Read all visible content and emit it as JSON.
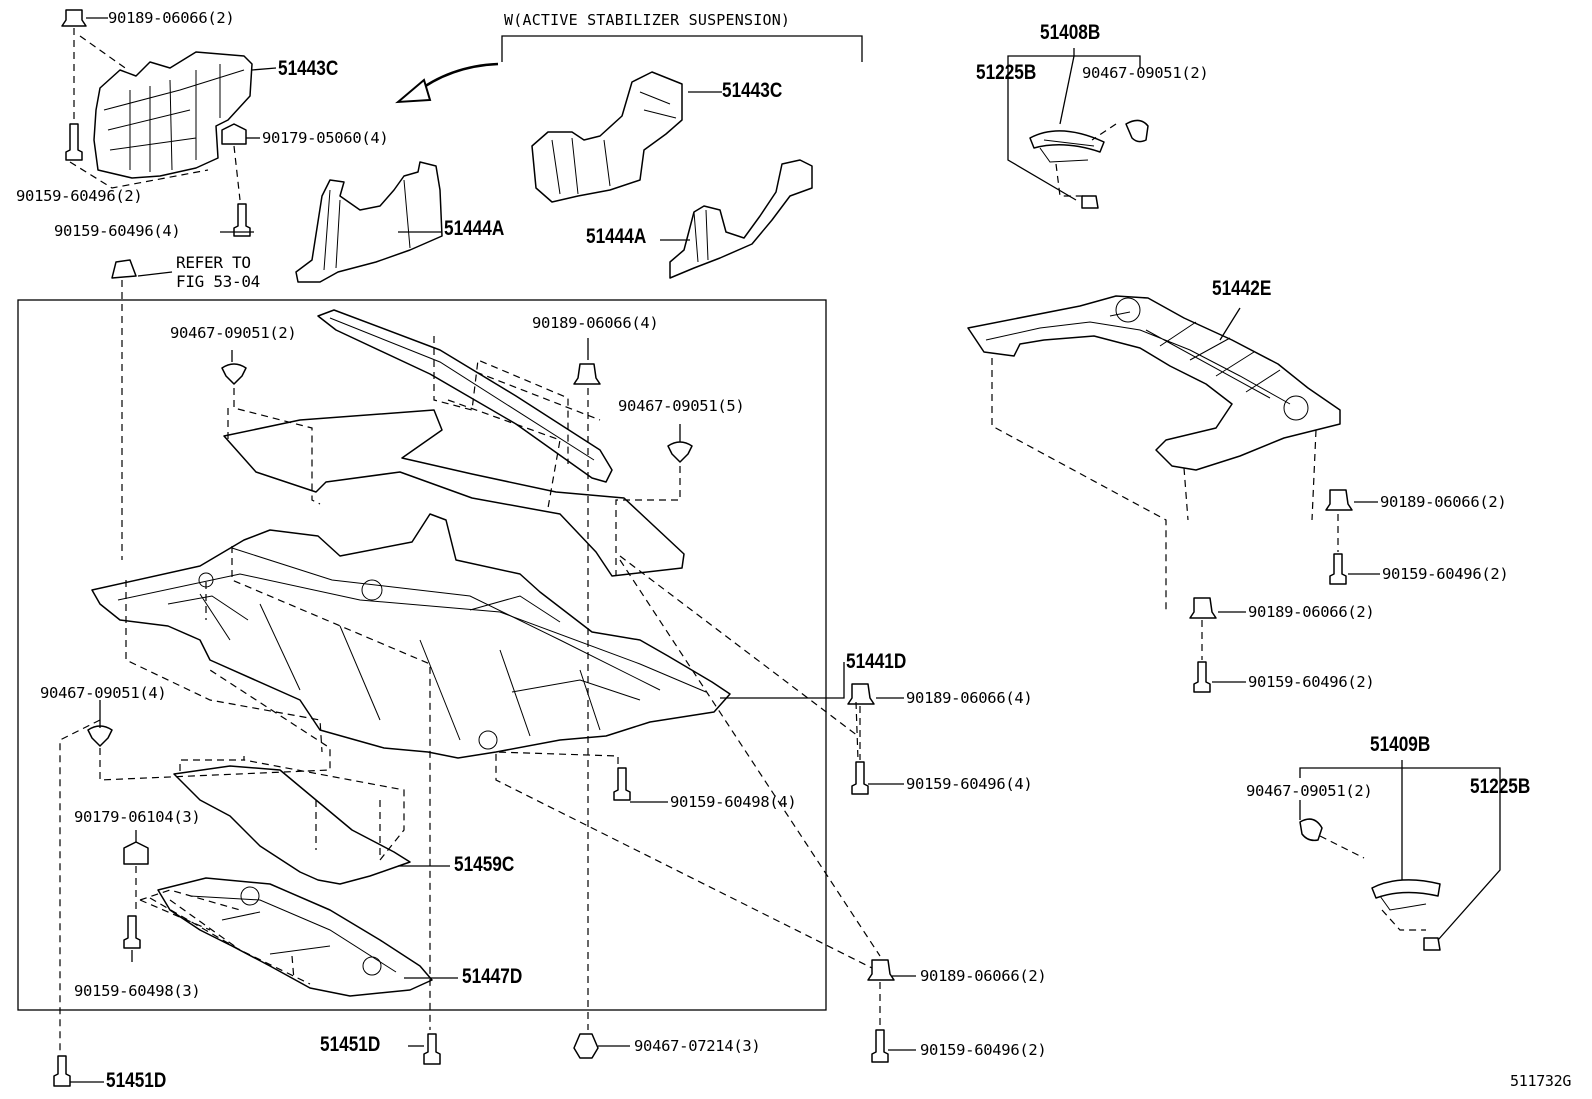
{
  "diagram": {
    "variant_caption": "W(ACTIVE STABILIZER SUSPENSION)",
    "refer_note": [
      "REFER TO",
      "FIG 53-04"
    ],
    "figure_code": "511732G",
    "callouts": {
      "c1": "90189-06066(2)",
      "c2": "51443C",
      "c3": "90179-05060(4)",
      "c4": "90159-60496(2)",
      "c5": "90159-60496(4)",
      "c6": "51444A",
      "c7": "51443C",
      "c8": "51444A",
      "c9": "51408B",
      "c10": "51225B",
      "c11": "90467-09051(2)",
      "c12": "90467-09051(2)",
      "c13": "90189-06066(4)",
      "c14": "90467-09051(5)",
      "c15": "51442E",
      "c16": "90189-06066(2)",
      "c17": "90159-60496(2)",
      "c18": "90189-06066(2)",
      "c19": "90159-60496(2)",
      "c20": "51441D",
      "c21": "90189-06066(4)",
      "c22": "90159-60496(4)",
      "c23": "90467-09051(4)",
      "c24": "90159-60498(4)",
      "c25": "90179-06104(3)",
      "c26": "51459C",
      "c27": "51447D",
      "c28": "90159-60498(3)",
      "c29": "51409B",
      "c30": "90467-09051(2)",
      "c31": "51225B",
      "c32": "90189-06066(2)",
      "c33": "90159-60496(2)",
      "c34": "51451D",
      "c35": "90467-07214(3)",
      "c36": "51451D"
    }
  }
}
